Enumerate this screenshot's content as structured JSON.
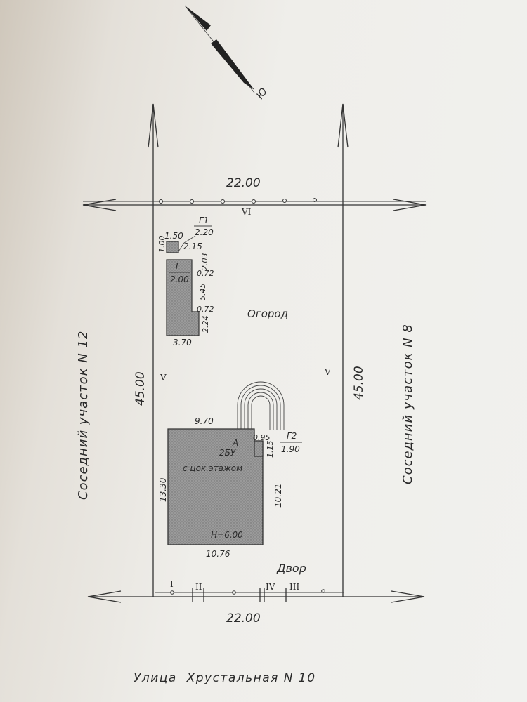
{
  "compass": {
    "label": "Ю"
  },
  "plot": {
    "top_width": "22.00",
    "bottom_width": "22.00",
    "left_length": "45.00",
    "right_length": "45.00",
    "fence_top": "VI",
    "fence_left": "V",
    "fence_right": "V",
    "fence_bottom": [
      "I",
      "II",
      "IV",
      "III"
    ]
  },
  "neighbors": {
    "left": "Соседний участок N 12",
    "right": "Соседний участок N 8"
  },
  "street": "Улица  Хрустальная N 10",
  "zones": {
    "garden": "Огород",
    "yard": "Двор"
  },
  "garage": {
    "label": "Г",
    "width_label": "2.00",
    "dims": {
      "bottom": "3.70",
      "left_top": "1.00",
      "top_small": "1.50",
      "ledge": "2.15",
      "right_top": "2.03",
      "notch_top": "0.72",
      "right_mid": "5.45",
      "notch_bottom": "0.72",
      "right_bottom": "2.24"
    }
  },
  "g1": {
    "label": "Г1",
    "dim": "2.20"
  },
  "house": {
    "letter": "А",
    "type": "2БУ",
    "floors": "с цок.этажом",
    "height": "Н=6.00",
    "dims": {
      "top": "9.70",
      "bottom": "10.76",
      "left": "13.30",
      "right": "10.21",
      "step_w": "0.95",
      "step_h": "1.15"
    }
  },
  "g2": {
    "label": "Г2",
    "dim": "1.90"
  }
}
